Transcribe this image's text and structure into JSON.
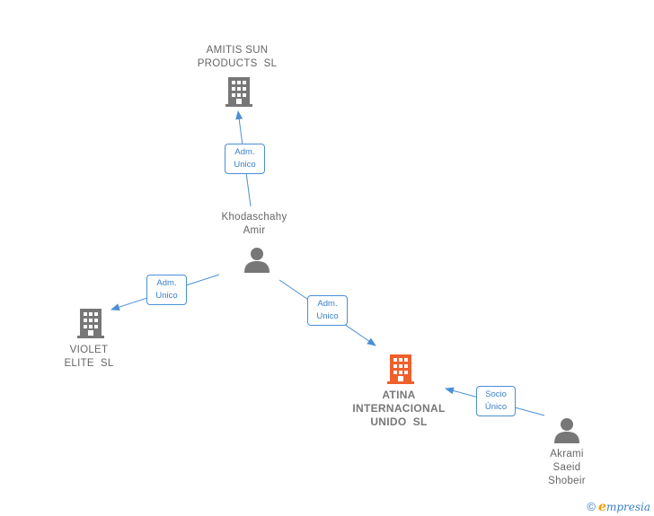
{
  "nodes": {
    "amitis": {
      "label": "AMITIS SUN\nPRODUCTS  SL"
    },
    "khodaschahy": {
      "label": "Khodaschahy\nAmir"
    },
    "violet": {
      "label": "VIOLET\nELITE  SL"
    },
    "atina": {
      "label": "ATINA\nINTERNACIONAL\nUNIDO  SL"
    },
    "akrami": {
      "label": "Akrami\nSaeid\nShobeir"
    }
  },
  "edges": {
    "to_amitis": {
      "line1": "Adm.",
      "line2": "Unico"
    },
    "to_violet": {
      "line1": "Adm.",
      "line2": "Unico"
    },
    "to_atina": {
      "line1": "Adm.",
      "line2": "Unico"
    },
    "akrami_to_atina": {
      "line1": "Socio",
      "line2": "Único"
    }
  },
  "colors": {
    "company": "#777777",
    "main_company": "#f0602a",
    "person": "#777777",
    "edge": "#4a8fd6"
  },
  "footer": {
    "copyright": "©",
    "brand_e": "e",
    "brand_rest": "mpresia"
  }
}
